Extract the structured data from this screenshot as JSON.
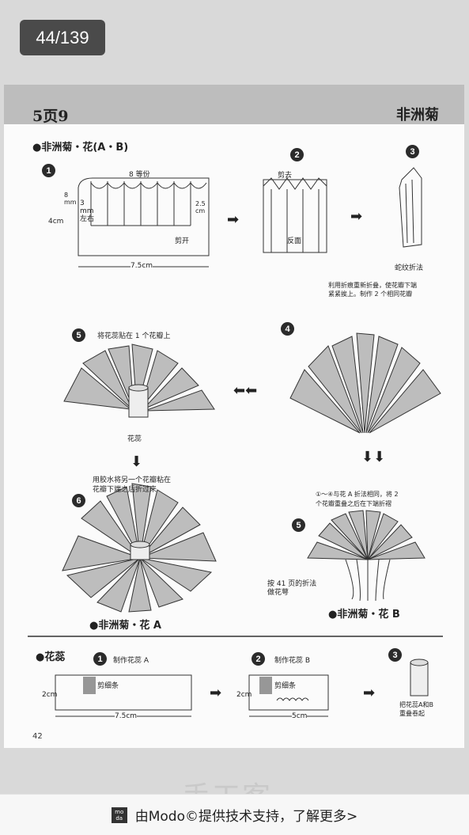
{
  "counter": "44/139",
  "header": {
    "left": "5页9",
    "right": "非洲菊"
  },
  "sections": {
    "flower_title": "●非洲菊・花(A・B)",
    "pistil_title": "●花蕊",
    "flower_a": "●非洲菊・花 A",
    "flower_b": "●非洲菊・花 B"
  },
  "steps": {
    "s1": "1",
    "s2": "2",
    "s3": "3",
    "s4": "4",
    "s5a": "5",
    "s5b": "5",
    "s6": "6",
    "p1": "1",
    "p2": "2",
    "p3": "3"
  },
  "labels": {
    "equal8": "8 等份",
    "mm8": "8\nmm",
    "mm3": "3\nmm\n左右",
    "cm25": "2.5\ncm",
    "cm4": "4cm",
    "cut_open": "剪开",
    "cm75": "7.5cm",
    "cut_off": "剪去",
    "reverse": "反面",
    "accordion": "蛇纹折法",
    "note3": "利用折痕重新折叠，使花瓣下端\n紧紧挨上。制作 2 个相同花瓣",
    "note5a": "将花蕊贴在 1 个花瓣上",
    "pistil": "花蕊",
    "note6": "用胶水将另一个花瓣粘在\n花瓣下端之后折过来",
    "note_b": "①～④与花 A 折法相同，将 2\n个花瓣重叠之后在下端折褶",
    "note_calyx": "按 41 页的折法\n做花萼",
    "make_pistil_a": "制作花蕊 A",
    "make_pistil_b": "制作花蕊 B",
    "fine_cut": "剪细条",
    "fine_cut_b": "剪细条",
    "cm2": "2cm",
    "cm2b": "2cm",
    "cm75b": "7.5cm",
    "cm5": "5cm",
    "roll_note": "把花蕊A和B\n重叠卷起"
  },
  "page_number": "42",
  "watermark": "手工客",
  "footer": {
    "icon_text": "mo da",
    "text": "由Modo©提供技术支持，了解更多>"
  }
}
